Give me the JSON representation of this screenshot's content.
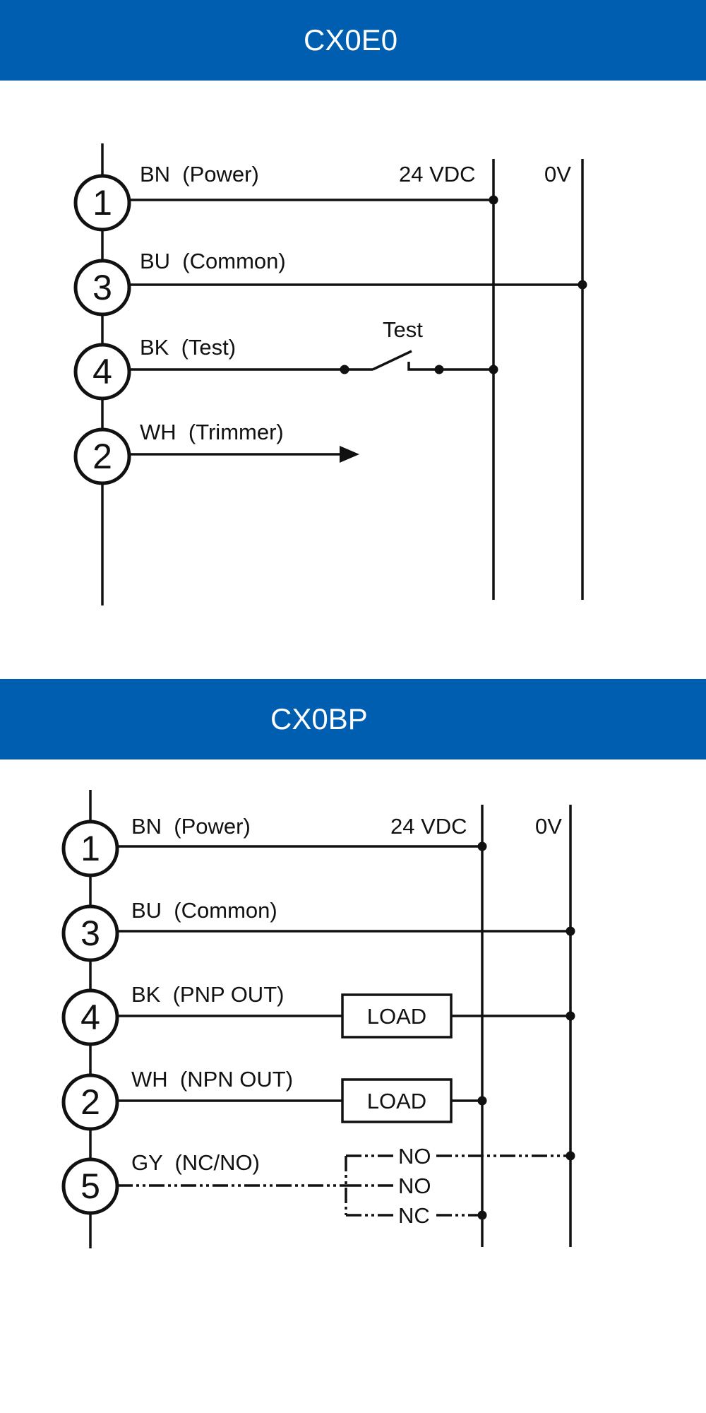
{
  "colors": {
    "banner": "#005eb0",
    "line": "#111111"
  },
  "top_section": {
    "title": "CX0E0",
    "rails": {
      "positive": "24 VDC",
      "negative": "0V"
    },
    "pins": [
      {
        "number": "1",
        "label": "BN  (Power)"
      },
      {
        "number": "3",
        "label": "BU  (Common)"
      },
      {
        "number": "4",
        "label": "BK  (Test)"
      },
      {
        "number": "2",
        "label": "WH  (Trimmer)"
      }
    ],
    "switch_label": "Test"
  },
  "bottom_section": {
    "title": "CX0BP",
    "rails": {
      "positive": "24 VDC",
      "negative": "0V"
    },
    "pins": [
      {
        "number": "1",
        "label": "BN  (Power)"
      },
      {
        "number": "3",
        "label": "BU  (Common)"
      },
      {
        "number": "4",
        "label": "BK  (PNP OUT)"
      },
      {
        "number": "2",
        "label": "WH  (NPN OUT)"
      },
      {
        "number": "5",
        "label": "GY  (NC/NO)"
      }
    ],
    "loads": [
      "LOAD",
      "LOAD"
    ],
    "mode_labels": [
      "NO",
      "NO",
      "NC"
    ]
  }
}
